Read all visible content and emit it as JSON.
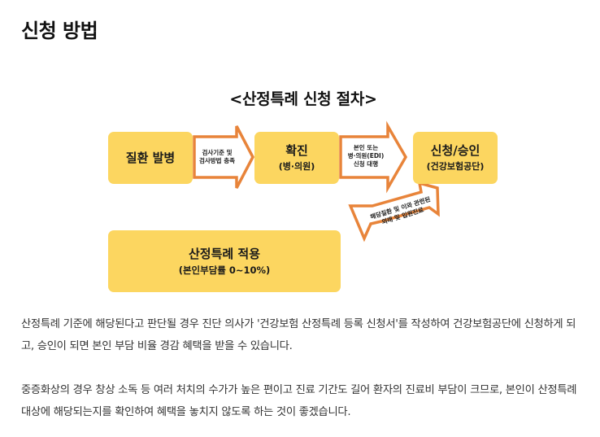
{
  "page": {
    "title": "신청 방법"
  },
  "figure": {
    "title": "<산정특례 신청 절차>",
    "boxes": {
      "disease": {
        "main": "질환 발병"
      },
      "confirm": {
        "main": "확진",
        "sub": "(병·의원)"
      },
      "apply": {
        "main": "신청/승인",
        "sub": "(건강보험공단)"
      },
      "apply_result": {
        "main": "산정특례 적용",
        "sub": "(본인부담률 0~10%)"
      }
    },
    "arrows": {
      "first": [
        "검사기준 및",
        "검사방법 충족"
      ],
      "second": [
        "본인 또는",
        "병·의원(EDI)",
        "신청 대행"
      ],
      "third": [
        "해당질환 및 이와 관련된",
        "외래 및 입원진료"
      ]
    },
    "colors": {
      "box": "#fcd660",
      "arrow_fill": "#ffffff",
      "arrow_stroke": "#e8843a"
    }
  },
  "paragraphs": [
    "산정특례 기준에 해당된다고 판단될 경우 진단 의사가 '건강보험 산정특례 등록 신청서'를 작성하여 건강보험공단에 신청하게 되고, 승인이 되면 본인 부담 비율 경감 혜택을 받을 수 있습니다.",
    "중증화상의 경우 창상 소독 등 여러 처치의 수가가 높은 편이고 진료 기간도 길어 환자의 진료비 부담이 크므로, 본인이 산정특례 대상에 해당되는지를 확인하여 혜택을 놓치지 않도록 하는 것이 좋겠습니다."
  ]
}
